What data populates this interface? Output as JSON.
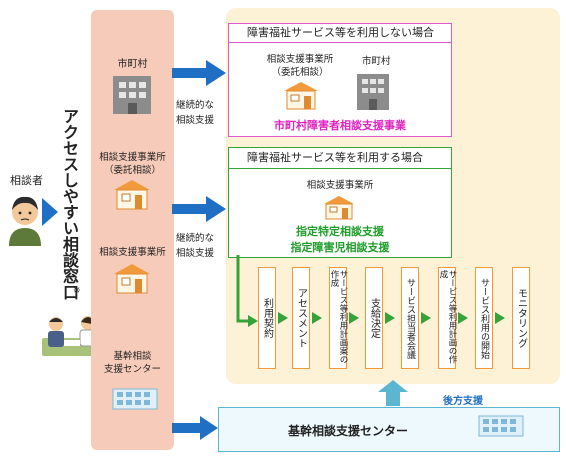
{
  "consultee": {
    "label": "相談者"
  },
  "access_window": {
    "title": "アクセスしやすい相談窓口",
    "note": "※"
  },
  "column_items": {
    "municipality": "市町村",
    "agency_1": "相談支援事業所\n（委託相談）",
    "agency_2": "相談支援事業所",
    "core_center": "基幹相談\n支援センター"
  },
  "arrow_labels": {
    "continuous_1": "継続的な\n相談支援",
    "continuous_2": "継続的な\n相談支援",
    "backup": "後方支援"
  },
  "box_no_service": {
    "title": "障害福祉サービス等を利用しない場合",
    "agency": "相談支援事業所\n（委託相談）",
    "municipality": "市町村",
    "caption": "市町村障害者相談支援事業"
  },
  "box_service": {
    "title": "障害福祉サービス等を利用する場合",
    "agency": "相談支援事業所",
    "caption_1": "指定特定相談支援",
    "caption_2": "指定障害児相談支援"
  },
  "steps": [
    "利用契約",
    "アセスメント",
    "サービス等利用計画案の作成",
    "支給決定",
    "サービス担当者会議",
    "サービス等利用計画の作成",
    "サービス利用の開始",
    "モニタリング"
  ],
  "core_center_box": {
    "label": "基幹相談支援センター"
  },
  "colors": {
    "arrow_blue": "#1f6fc4",
    "pink_column": "#f7cbb9",
    "beige_panel": "#fdf1d6",
    "magenta": "#e023c1",
    "green": "#1f9e2a",
    "orange": "#f29a3b"
  }
}
